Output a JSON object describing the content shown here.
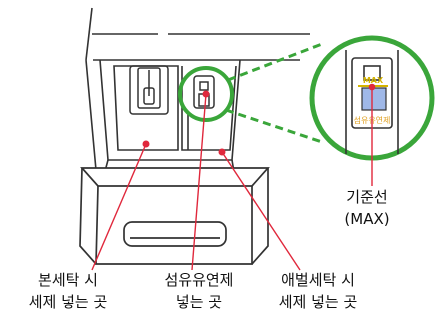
{
  "labels": {
    "main_detergent": {
      "line1": "본세탁 시",
      "line2": "세제 넣는 곳"
    },
    "softener": {
      "line1": "섬유유연제",
      "line2": "넣는 곳"
    },
    "prewash": {
      "line1": "애벌세탁 시",
      "line2": "세제 넣는 곳"
    },
    "max_line": {
      "line1": "기준선",
      "line2": "(MAX)"
    }
  },
  "zoom_view": {
    "max_marker": "MAX",
    "softener_text": "섬유유연제"
  },
  "colors": {
    "outline": "#333333",
    "highlight_green": "#3aa63a",
    "callout_red": "#e0283c",
    "max_text_yellow": "#d4b400",
    "zoom_softener_text": "#e0a020",
    "liquid_blue": "#9fb8e8"
  }
}
